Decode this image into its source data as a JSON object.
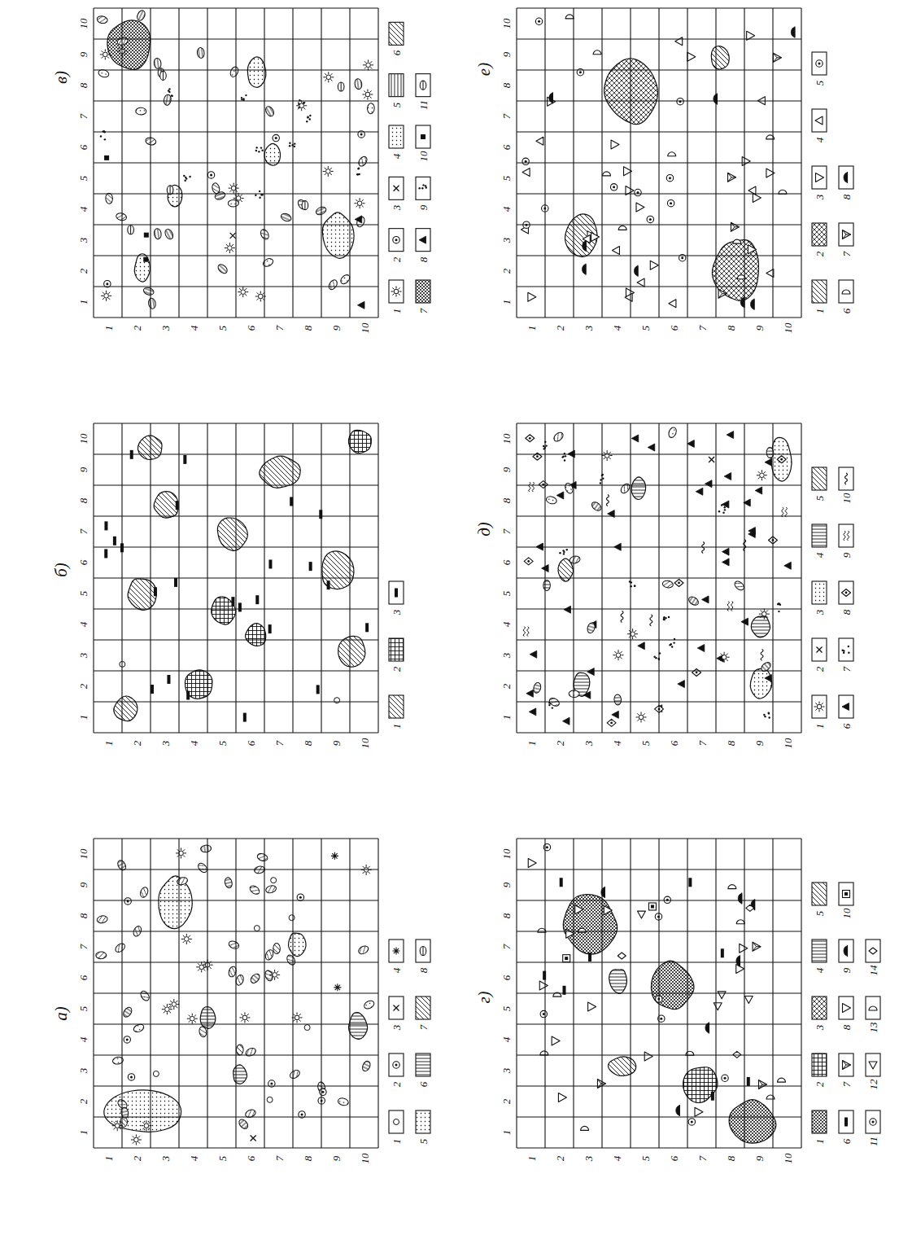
{
  "diagram": {
    "labels": [
      "а)",
      "1",
      "2",
      "3",
      "4",
      "5",
      "6",
      "7",
      "8",
      "9",
      "10",
      "1",
      "2",
      "3",
      "4",
      "5",
      "6",
      "7",
      "8",
      "9",
      "10",
      "б)",
      "1",
      "2",
      "3",
      "4",
      "5",
      "6",
      "7",
      "8",
      "9",
      "10",
      "1",
      "2",
      "3",
      "4",
      "5",
      "6",
      "7",
      "8",
      "9",
      "10",
      "в)",
      "1",
      "2",
      "3",
      "4",
      "5",
      "6",
      "7",
      "8",
      "9",
      "10",
      "1",
      "2",
      "3",
      "4",
      "5",
      "6",
      "7",
      "8",
      "9",
      "10",
      "г)",
      "1",
      "2",
      "3",
      "4",
      "5",
      "6",
      "7",
      "8",
      "9",
      "10",
      "1",
      "2",
      "3",
      "4",
      "5",
      "6",
      "7",
      "8",
      "9",
      "10",
      "д)",
      "1",
      "2",
      "3",
      "4",
      "5",
      "6",
      "7",
      "8",
      "9",
      "10",
      "1",
      "2",
      "3",
      "4",
      "5",
      "6",
      "7",
      "8",
      "9",
      "10",
      "е)",
      "1",
      "2",
      "3",
      "4",
      "5",
      "6",
      "7",
      "8",
      "9",
      "10",
      "1",
      "2",
      "3",
      "4",
      "5",
      "6",
      "7",
      "8",
      "9",
      "10"
    ],
    "legend": [
      {
        "text": "1"
      },
      {
        "text": "2"
      },
      {
        "text": "3"
      },
      {
        "text": "4"
      },
      {
        "text": "5"
      },
      {
        "text": "6"
      },
      {
        "text": "7"
      },
      {
        "text": "8"
      },
      {
        "text": "1"
      },
      {
        "text": "2"
      },
      {
        "text": "3"
      },
      {
        "text": "1"
      },
      {
        "text": "2"
      },
      {
        "text": "3"
      },
      {
        "text": "4"
      },
      {
        "text": "5"
      },
      {
        "text": "6"
      },
      {
        "text": "7"
      },
      {
        "text": "8"
      },
      {
        "text": "9"
      },
      {
        "text": "10"
      },
      {
        "text": "11"
      },
      {
        "text": "1"
      },
      {
        "text": "2"
      },
      {
        "text": "3"
      },
      {
        "text": "4"
      },
      {
        "text": "5"
      },
      {
        "text": "6"
      },
      {
        "text": "7"
      },
      {
        "text": "8"
      },
      {
        "text": "9"
      },
      {
        "text": "10"
      },
      {
        "text": "11"
      },
      {
        "text": "12"
      },
      {
        "text": "13"
      },
      {
        "text": "14"
      },
      {
        "text": "1"
      },
      {
        "text": "2"
      },
      {
        "text": "3"
      },
      {
        "text": "4"
      },
      {
        "text": "5"
      },
      {
        "text": "6"
      },
      {
        "text": "7"
      },
      {
        "text": "8"
      },
      {
        "text": "9"
      },
      {
        "text": "10"
      },
      {
        "text": "1"
      },
      {
        "text": "2"
      },
      {
        "text": "3"
      },
      {
        "text": "4"
      },
      {
        "text": "5"
      },
      {
        "text": "6"
      },
      {
        "text": "7"
      },
      {
        "text": "8"
      }
    ]
  }
}
